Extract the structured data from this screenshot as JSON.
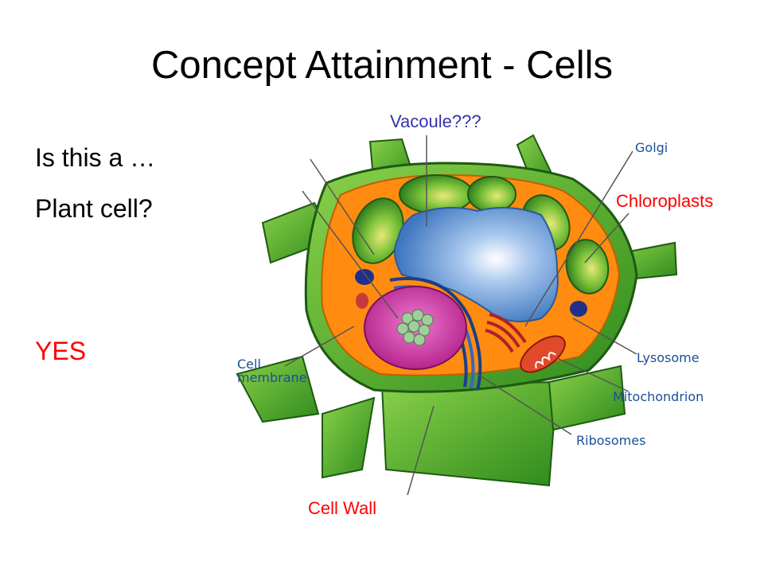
{
  "slide": {
    "title": "Concept Attainment - Cells",
    "question_line1": "Is this a …",
    "question_line2": "Plant cell?",
    "answer": "YES"
  },
  "labels": {
    "vacuole": "Vacoule???",
    "chloroplasts": "Chloroplasts",
    "cell_wall": "Cell Wall",
    "golgi": "Golgi",
    "cell_membrane_line1": "Cell",
    "cell_membrane_line2": "membrane",
    "lysosome": "Lysosome",
    "mitochondrion": "Mitochondrion",
    "ribosomes": "Ribosomes"
  },
  "colors": {
    "answer": "#ff0000",
    "highlight_label": "#ff0000",
    "vacuole_label": "#3333aa",
    "diagram_label": "#1a4f9a",
    "cell_wall": "#4caf2a",
    "cytoplasm": "#ff8c10",
    "vacuole": "#6aa0dc",
    "nucleus": "#d83aa8",
    "chloroplast": "#3f9a2a"
  }
}
